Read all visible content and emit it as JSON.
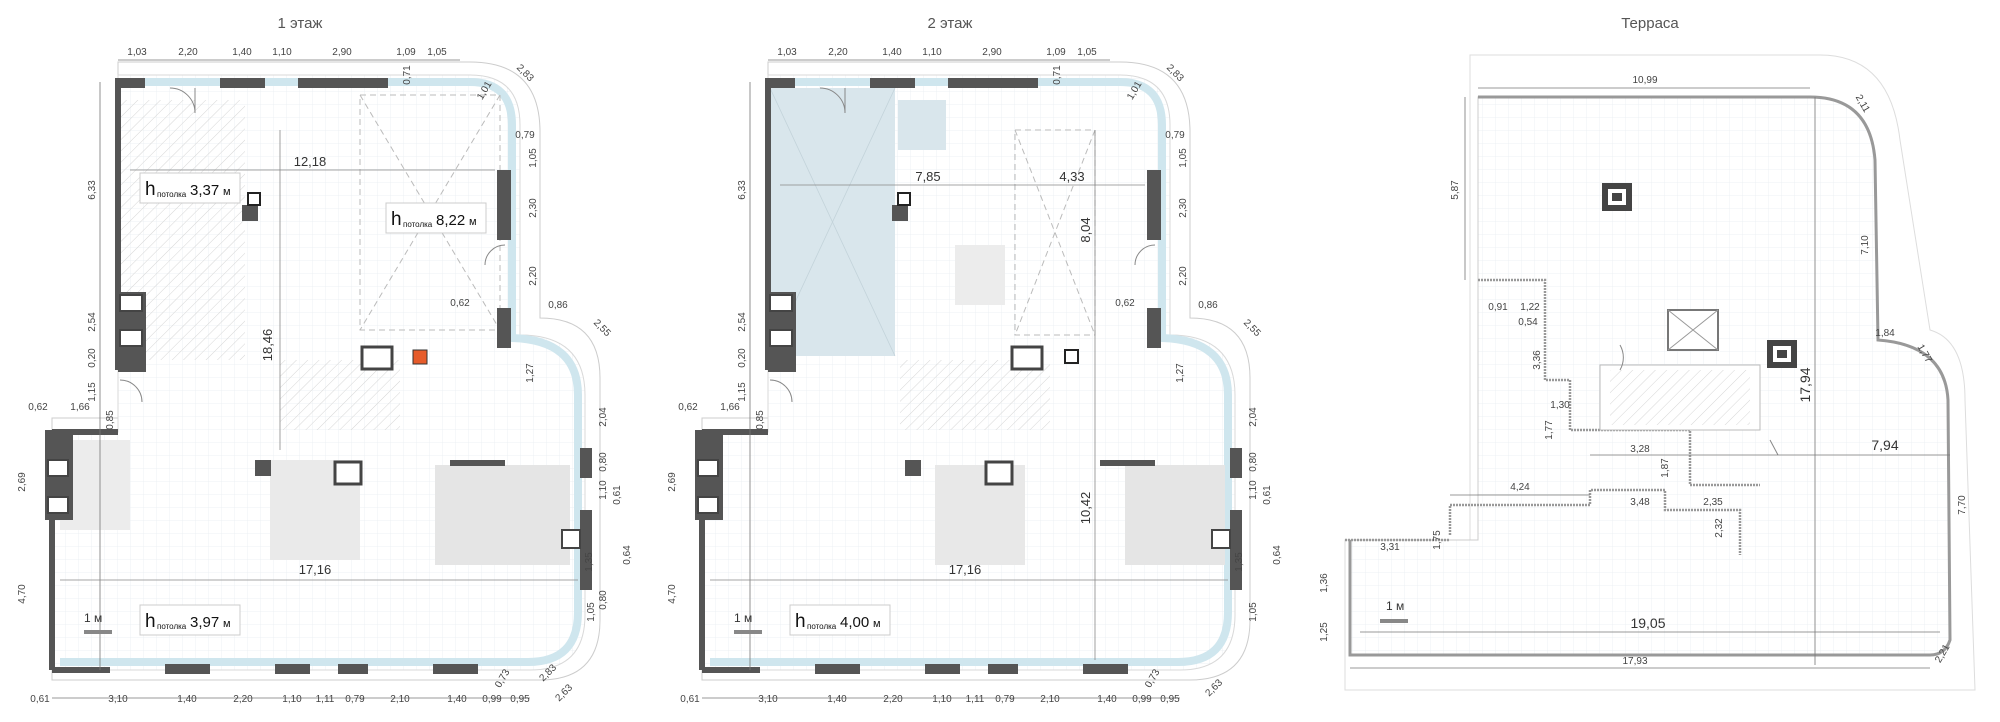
{
  "floors": [
    {
      "title": "1 этаж",
      "top_dims": [
        "1,03",
        "2,20",
        "1,40",
        "1,10",
        "2,90",
        "1,09",
        "1,05"
      ],
      "bottom_dims": [
        "0,61",
        "3,10",
        "1,40",
        "2,20",
        "1,10",
        "1,11",
        "0,79",
        "2,10",
        "1,40",
        "0,99",
        "0,95"
      ],
      "left_dims": [
        "6,33",
        "2,54",
        "0,20",
        "1,15",
        "0,85",
        "2,69",
        "4,70"
      ],
      "left_small": [
        "0,62",
        "1,66"
      ],
      "right_dims": [
        "0,79",
        "1,05",
        "2,30",
        "2,20",
        "0,62",
        "0,86",
        "1,27",
        "2,04",
        "0,80",
        "1,10",
        "0,61",
        "0,64",
        "1,35",
        "0,80",
        "1,05"
      ],
      "corner_dims": [
        "2,83",
        "0,71",
        "1,01",
        "2,55",
        "2,63",
        "0,73",
        "2,83"
      ],
      "inner_dims": {
        "a": "12,18",
        "b": "18,46",
        "c": "17,16"
      },
      "ceiling_labels": [
        {
          "h": "h",
          "sub": "потолка",
          "value": "3,37",
          "unit": "м"
        },
        {
          "h": "h",
          "sub": "потолка",
          "value": "8,22",
          "unit": "м"
        },
        {
          "h": "h",
          "sub": "потолка",
          "value": "3,97",
          "unit": "м"
        }
      ],
      "scale_label": "1 м"
    },
    {
      "title": "2 этаж",
      "top_dims": [
        "1,03",
        "2,20",
        "1,40",
        "1,10",
        "2,90",
        "1,09",
        "1,05"
      ],
      "bottom_dims": [
        "0,61",
        "3,10",
        "1,40",
        "2,20",
        "1,10",
        "1,11",
        "0,79",
        "2,10",
        "1,40",
        "0,99",
        "0,95"
      ],
      "left_dims": [
        "6,33",
        "2,54",
        "0,20",
        "1,15",
        "0,85",
        "2,69",
        "4,70"
      ],
      "left_small": [
        "0,62",
        "1,66"
      ],
      "right_dims": [
        "0,79",
        "1,05",
        "2,30",
        "2,20",
        "0,62",
        "0,86",
        "1,27",
        "2,04",
        "0,80",
        "1,10",
        "0,61",
        "0,64",
        "1,35",
        "1,05"
      ],
      "corner_dims": [
        "2,83",
        "0,71",
        "1,01",
        "2,55",
        "2,63",
        "0,73"
      ],
      "inner_dims": {
        "a": "7,85",
        "b": "4,33",
        "c": "8,04",
        "d": "10,42",
        "e": "17,16"
      },
      "ceiling_labels": [
        {
          "h": "h",
          "sub": "потолка",
          "value": "4,00",
          "unit": "м"
        }
      ],
      "scale_label": "1 м"
    },
    {
      "title": "Терраса",
      "dims": [
        "10,99",
        "2,11",
        "5,87",
        "7,10",
        "0,91",
        "1,22",
        "0,54",
        "3,36",
        "1,30",
        "1,77",
        "1,87",
        "3,28",
        "17,94",
        "1,84",
        "1,77",
        "7,94",
        "4,24",
        "3,48",
        "2,35",
        "2,32",
        "3,31",
        "1,75",
        "7,70",
        "1,36",
        "1,25",
        "19,05",
        "17,93",
        "2,21"
      ],
      "scale_label": "1 м"
    }
  ]
}
